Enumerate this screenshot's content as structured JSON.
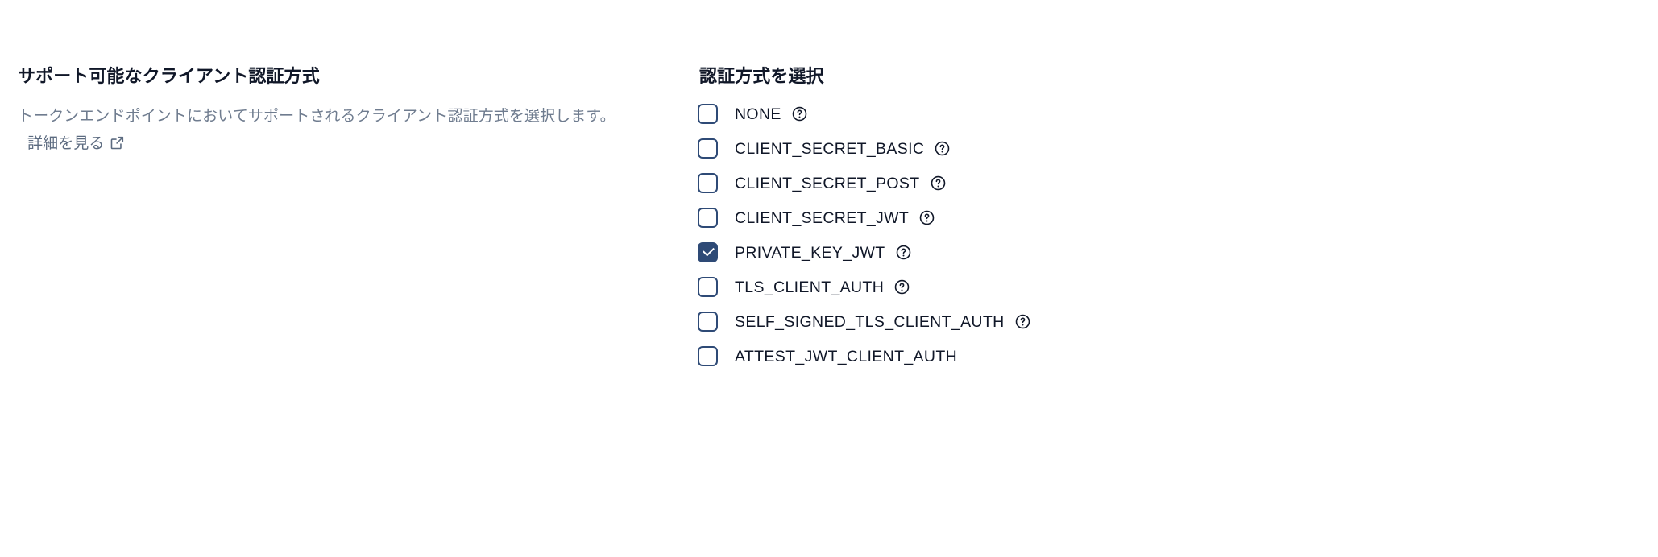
{
  "colors": {
    "accent": "#2e4a76",
    "heading_text": "#101728",
    "body_text": "#6f7c8f",
    "label_text": "#101728",
    "link_text": "#5c6b80",
    "background": "#ffffff"
  },
  "description_panel": {
    "heading": "サポート可能なクライアント認証方式",
    "description": "トークンエンドポイントにおいてサポートされるクライアント認証方式を選択します。",
    "link_label": "詳細を見る",
    "link_icon": "external-link-icon"
  },
  "selection_panel": {
    "heading": "認証方式を選択",
    "help_icon": "help-circle-icon",
    "options": [
      {
        "label": "NONE",
        "checked": false,
        "has_help": true
      },
      {
        "label": "CLIENT_SECRET_BASIC",
        "checked": false,
        "has_help": true
      },
      {
        "label": "CLIENT_SECRET_POST",
        "checked": false,
        "has_help": true
      },
      {
        "label": "CLIENT_SECRET_JWT",
        "checked": false,
        "has_help": true
      },
      {
        "label": "PRIVATE_KEY_JWT",
        "checked": true,
        "has_help": true
      },
      {
        "label": "TLS_CLIENT_AUTH",
        "checked": false,
        "has_help": true
      },
      {
        "label": "SELF_SIGNED_TLS_CLIENT_AUTH",
        "checked": false,
        "has_help": true
      },
      {
        "label": "ATTEST_JWT_CLIENT_AUTH",
        "checked": false,
        "has_help": false
      }
    ]
  }
}
